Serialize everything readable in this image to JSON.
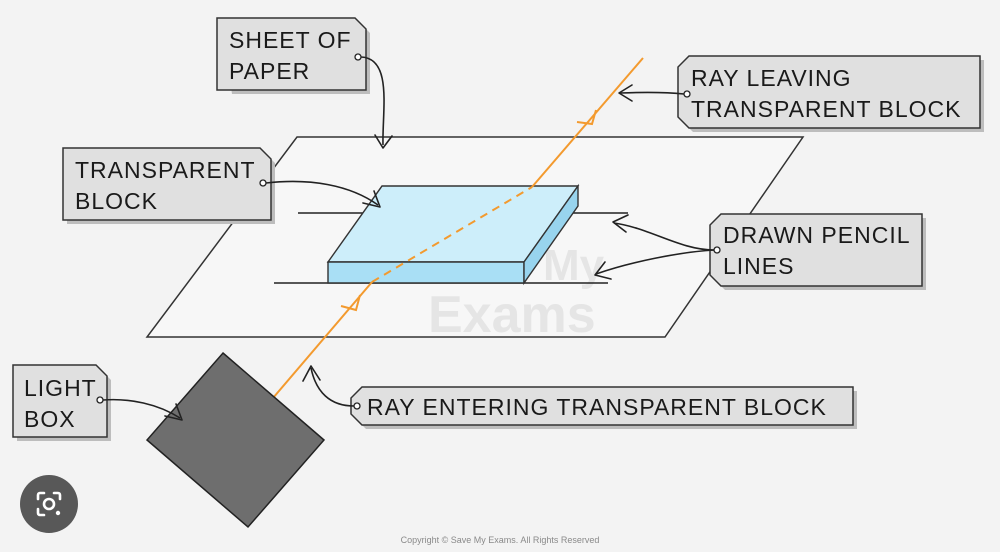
{
  "labels": {
    "sheet_of_paper": [
      "SHEET OF",
      "PAPER"
    ],
    "ray_leaving": [
      "RAY LEAVING",
      "TRANSPARENT BLOCK"
    ],
    "transparent_block": [
      "TRANSPARENT",
      "BLOCK"
    ],
    "drawn_pencil_lines": [
      "DRAWN PENCIL",
      "LINES"
    ],
    "light_box": [
      "LIGHT",
      "BOX"
    ],
    "ray_entering": "RAY ENTERING TRANSPARENT BLOCK"
  },
  "watermark": [
    "Save My",
    "Exams"
  ],
  "copyright": "Copyright © Save My Exams. All Rights Reserved",
  "icons": {
    "lens": "camera-lens-icon"
  },
  "colors": {
    "ray": "#f39a2e",
    "block_top": "#cdeefa",
    "block_front": "#a9dff5",
    "light_box": "#6e6e6e",
    "paper": "#f7f7f7",
    "tag": "#e0e0e0"
  }
}
